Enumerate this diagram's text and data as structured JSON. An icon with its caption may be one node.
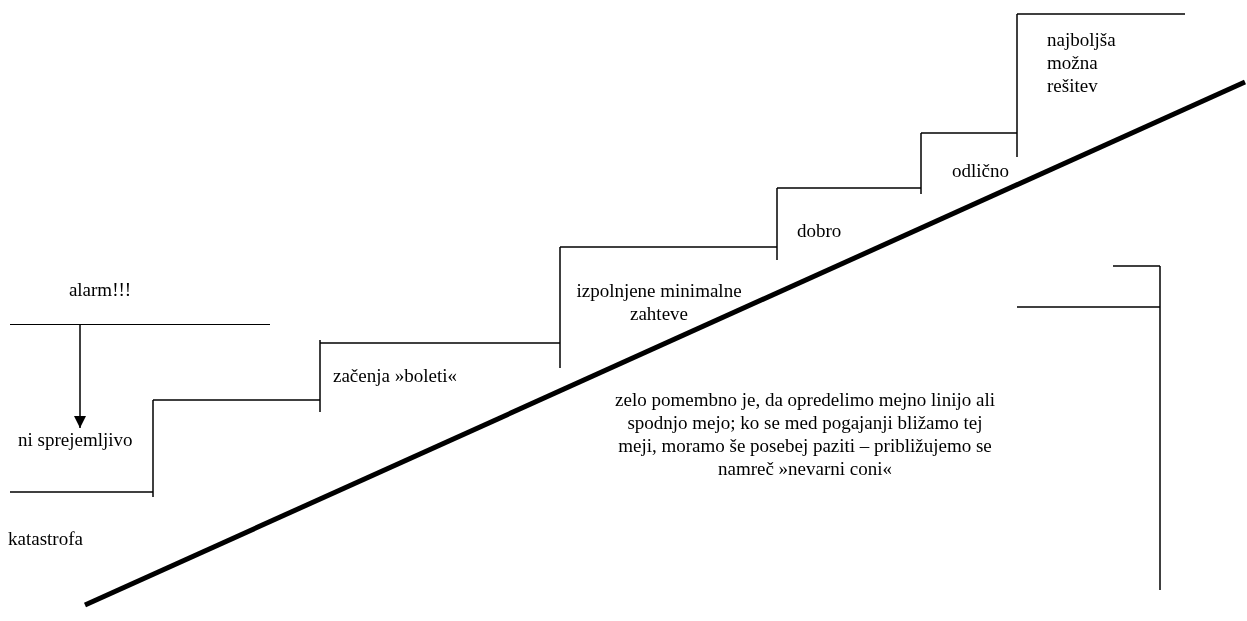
{
  "diagram": {
    "nodes": [
      {
        "text": [
          "alarm!!!"
        ]
      },
      {
        "text": [
          "ni sprejemljivo"
        ]
      }
    ],
    "edges": [
      {
        "from": 0,
        "to": 1,
        "arrow": "to"
      }
    ],
    "labels": [
      "najboljša možna rešitev",
      "odlično",
      "dobro",
      "izpolnjene minimalne zahteve",
      "začenja »boleti«",
      "zelo pomembno je, da opredelimo mejno linijo ali spodnjo mejo; ko se med pogajanji bližamo tej meji, moramo še posebej paziti – približujemo se namreč »nevarni coni«",
      "katastrofa"
    ]
  }
}
